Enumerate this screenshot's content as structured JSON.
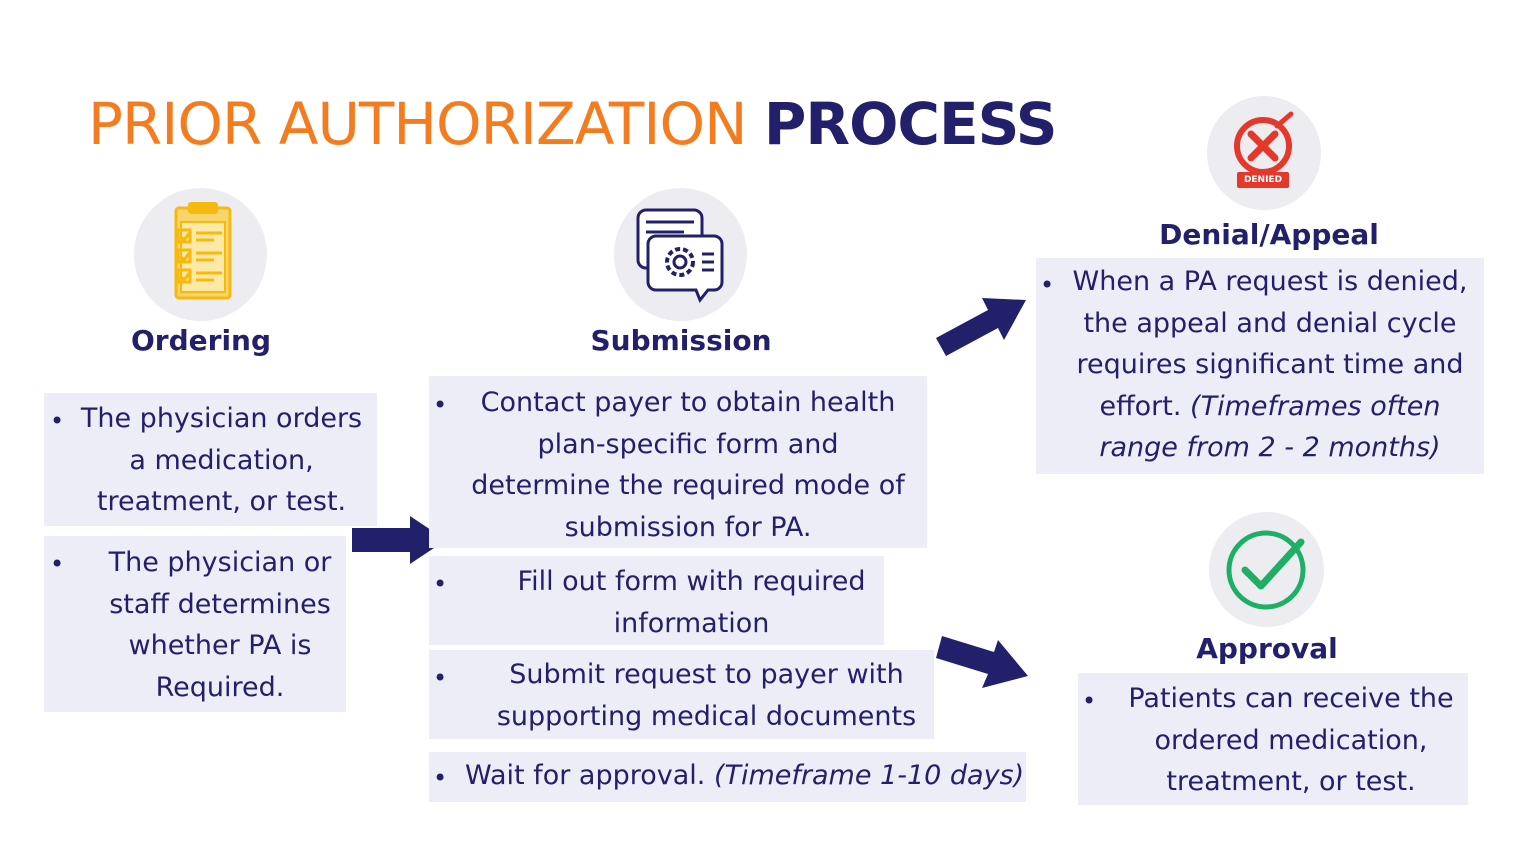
{
  "title": {
    "part1": "PRIOR AUTHORIZATION ",
    "part2": "PROCESS"
  },
  "ordering": {
    "heading": "Ordering",
    "icon": "clipboard-checklist-icon",
    "items": [
      {
        "text": "The physician orders\na medication,\ntreatment, or test."
      },
      {
        "text": "The physician or\nstaff determines\nwhether PA is\nRequired."
      }
    ]
  },
  "submission": {
    "heading": "Submission",
    "icon": "form-gear-icon",
    "items": [
      {
        "text": "Contact payer to obtain health\nplan-specific form and\ndetermine the required mode of\nsubmission for PA."
      },
      {
        "text": "Fill out form with required\ninformation"
      },
      {
        "text": "Submit request to payer with\nsupporting medical documents"
      },
      {
        "text": "Wait for approval. ",
        "note": "(Timeframe 1-10 days)"
      }
    ]
  },
  "denial": {
    "heading": "Denial/Appeal",
    "icon": "denied-stamp-icon",
    "badge": "DENIED",
    "text": "When a PA request is denied,\nthe appeal and denial cycle\nrequires significant time and\neffort. ",
    "note": "(Timeframes often\nrange from 2 - 2 months)"
  },
  "approval": {
    "heading": "Approval",
    "icon": "approval-check-icon",
    "text": "Patients can receive the\nordered medication,\ntreatment, or test."
  },
  "colors": {
    "orange": "#f47c20",
    "navy": "#23206b",
    "box": "#ecedf6",
    "red": "#e5382d",
    "green": "#1fae66",
    "yellow": "#f5b90f"
  }
}
